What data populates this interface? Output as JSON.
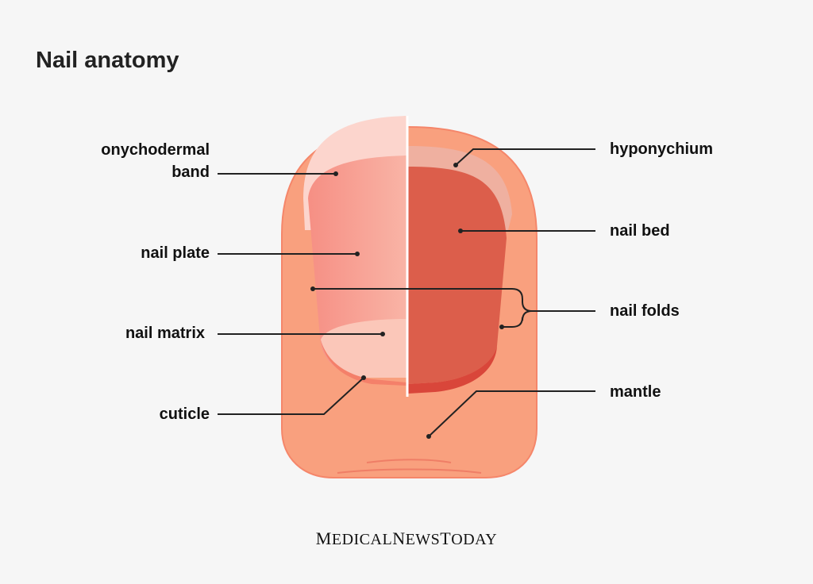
{
  "title": "Nail anatomy",
  "labels": {
    "onychodermal_band_line1": "onychodermal",
    "onychodermal_band_line2": "band",
    "nail_plate": "nail plate",
    "nail_matrix": "nail matrix",
    "cuticle": "cuticle",
    "hyponychium": "hyponychium",
    "nail_bed": "nail bed",
    "nail_folds": "nail folds",
    "mantle": "mantle"
  },
  "brand": {
    "medical_m": "M",
    "medical_rest": "EDICAL",
    "news_n": "N",
    "news_rest": "EWS",
    "today_t": "T",
    "today_rest": "ODAY"
  },
  "colors": {
    "background": "#f6f6f6",
    "skin": "#f9a07e",
    "nail_bed": "#dc5e4b",
    "nail_plate": "#f7aea0",
    "onychodermal_band": "#fcd5cd",
    "lunula": "#fbc7b9",
    "cuticle_red": "#d9463a",
    "leader_line": "#222222"
  }
}
